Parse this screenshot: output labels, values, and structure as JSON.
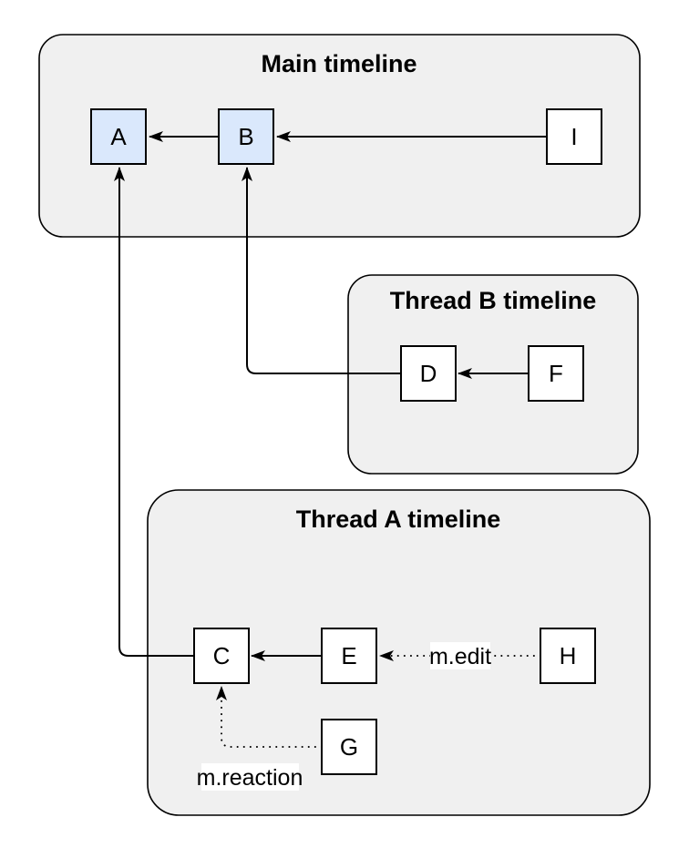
{
  "diagram": {
    "type": "event-dag-timelines",
    "colors": {
      "page_background": "#ffffff",
      "container_fill": "#f0f0f0",
      "container_stroke": "#000000",
      "node_fill_default": "#ffffff",
      "node_fill_highlight": "#dae8fc",
      "node_stroke": "#000000",
      "edge_color": "#000000",
      "edge_label_background": "#ffffff"
    },
    "containers": [
      {
        "id": "main",
        "title": "Main timeline",
        "fill": "#f0f0f0"
      },
      {
        "id": "thread-b",
        "title": "Thread B timeline",
        "fill": "#f0f0f0"
      },
      {
        "id": "thread-a",
        "title": "Thread A timeline",
        "fill": "#f0f0f0"
      }
    ],
    "nodes": [
      {
        "id": "A",
        "label": "A",
        "container": "main",
        "highlighted": true,
        "fill": "#dae8fc"
      },
      {
        "id": "B",
        "label": "B",
        "container": "main",
        "highlighted": true,
        "fill": "#dae8fc"
      },
      {
        "id": "I",
        "label": "I",
        "container": "main",
        "highlighted": false,
        "fill": "#ffffff"
      },
      {
        "id": "D",
        "label": "D",
        "container": "thread-b",
        "highlighted": false,
        "fill": "#ffffff"
      },
      {
        "id": "F",
        "label": "F",
        "container": "thread-b",
        "highlighted": false,
        "fill": "#ffffff"
      },
      {
        "id": "C",
        "label": "C",
        "container": "thread-a",
        "highlighted": false,
        "fill": "#ffffff"
      },
      {
        "id": "E",
        "label": "E",
        "container": "thread-a",
        "highlighted": false,
        "fill": "#ffffff"
      },
      {
        "id": "H",
        "label": "H",
        "container": "thread-a",
        "highlighted": false,
        "fill": "#ffffff"
      },
      {
        "id": "G",
        "label": "G",
        "container": "thread-a",
        "highlighted": false,
        "fill": "#ffffff"
      }
    ],
    "edges": [
      {
        "from": "I",
        "to": "B",
        "style": "solid",
        "label": ""
      },
      {
        "from": "B",
        "to": "A",
        "style": "solid",
        "label": ""
      },
      {
        "from": "F",
        "to": "D",
        "style": "solid",
        "label": ""
      },
      {
        "from": "E",
        "to": "C",
        "style": "solid",
        "label": ""
      },
      {
        "from": "D",
        "to": "B",
        "style": "solid",
        "label": ""
      },
      {
        "from": "C",
        "to": "A",
        "style": "solid",
        "label": ""
      },
      {
        "from": "H",
        "to": "E",
        "style": "dotted",
        "label": "m.edit"
      },
      {
        "from": "G",
        "to": "C",
        "style": "dotted",
        "label": "m.reaction"
      }
    ]
  }
}
